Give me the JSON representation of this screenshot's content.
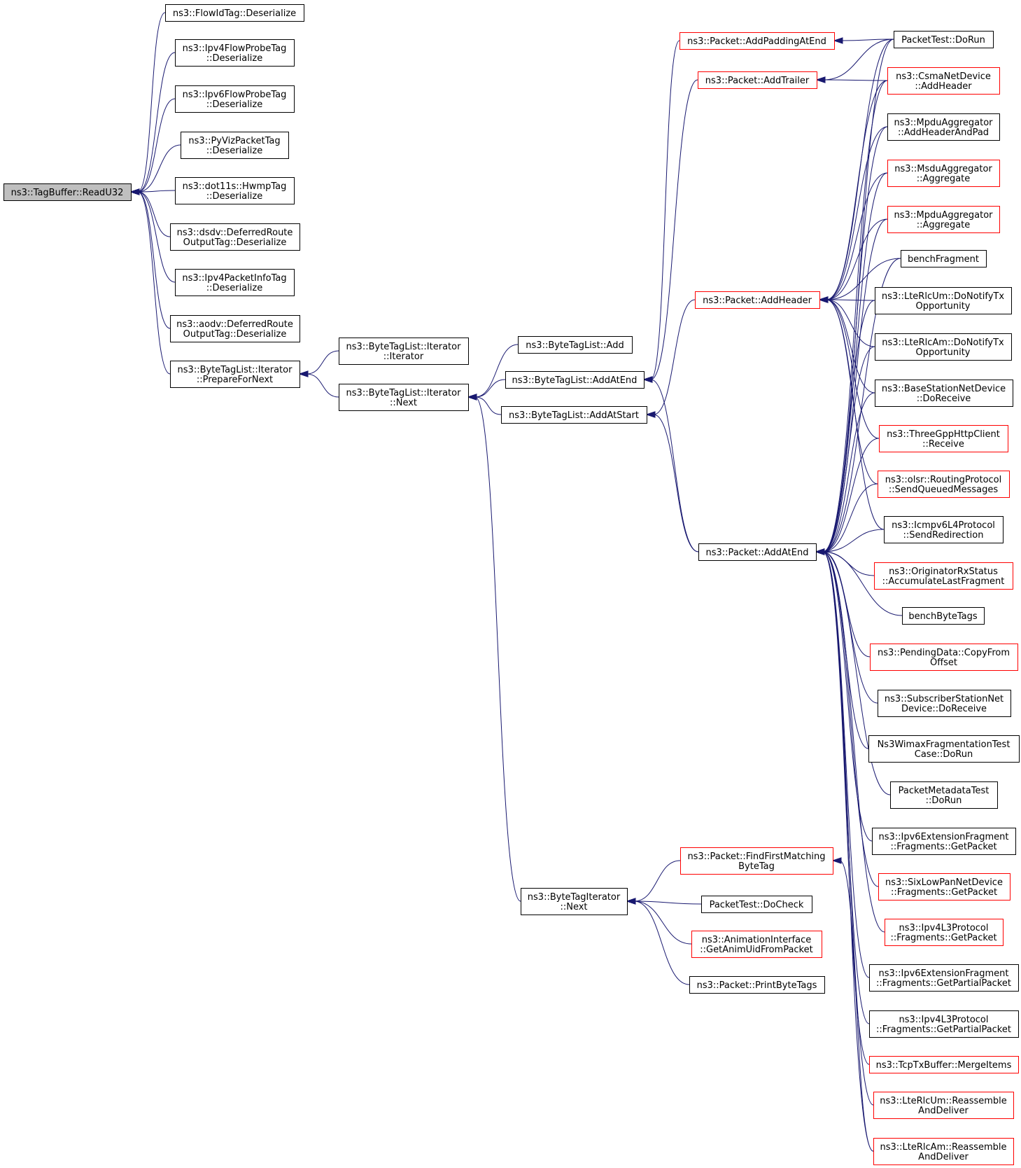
{
  "colors": {
    "edge": "#191970",
    "border_normal": "#000000",
    "border_truncated": "#ff0000",
    "fill_focus": "#bfbfbf",
    "fill_normal": "#ffffff"
  },
  "nodes": [
    {
      "id": "readu32",
      "lines": [
        "ns3::TagBuffer::ReadU32"
      ],
      "focus": true
    },
    {
      "id": "flowid_deser",
      "lines": [
        "ns3::FlowIdTag::Deserialize"
      ]
    },
    {
      "id": "ipv4flowprobe_deser",
      "lines": [
        "ns3::Ipv4FlowProbeTag",
        "::Deserialize"
      ]
    },
    {
      "id": "ipv6flowprobe_deser",
      "lines": [
        "ns3::Ipv6FlowProbeTag",
        "::Deserialize"
      ]
    },
    {
      "id": "pyviz_deser",
      "lines": [
        "ns3::PyVizPacketTag",
        "::Deserialize"
      ]
    },
    {
      "id": "hwmp_deser",
      "lines": [
        "ns3::dot11s::HwmpTag",
        "::Deserialize"
      ]
    },
    {
      "id": "dsdv_deser",
      "lines": [
        "ns3::dsdv::DeferredRoute",
        "OutputTag::Deserialize"
      ]
    },
    {
      "id": "ipv4pktinfo_deser",
      "lines": [
        "ns3::Ipv4PacketInfoTag",
        "::Deserialize"
      ]
    },
    {
      "id": "aodv_deser",
      "lines": [
        "ns3::aodv::DeferredRoute",
        "OutputTag::Deserialize"
      ]
    },
    {
      "id": "btl_prepare",
      "lines": [
        "ns3::ByteTagList::Iterator",
        "::PrepareForNext"
      ]
    },
    {
      "id": "btl_iter_ctor",
      "lines": [
        "ns3::ByteTagList::Iterator",
        "::Iterator"
      ]
    },
    {
      "id": "btl_iter_next",
      "lines": [
        "ns3::ByteTagList::Iterator",
        "::Next"
      ]
    },
    {
      "id": "btl_add",
      "lines": [
        "ns3::ByteTagList::Add"
      ]
    },
    {
      "id": "btl_addatend",
      "lines": [
        "ns3::ByteTagList::AddAtEnd"
      ]
    },
    {
      "id": "btl_addatstart",
      "lines": [
        "ns3::ByteTagList::AddAtStart"
      ]
    },
    {
      "id": "bti_next",
      "lines": [
        "ns3::ByteTagIterator",
        "::Next"
      ]
    },
    {
      "id": "pkt_addpadding",
      "lines": [
        "ns3::Packet::AddPaddingAtEnd"
      ],
      "truncated": true
    },
    {
      "id": "pkt_addtrailer",
      "lines": [
        "ns3::Packet::AddTrailer"
      ],
      "truncated": true
    },
    {
      "id": "pkt_addheader",
      "lines": [
        "ns3::Packet::AddHeader"
      ],
      "truncated": true
    },
    {
      "id": "pkt_addatend",
      "lines": [
        "ns3::Packet::AddAtEnd"
      ]
    },
    {
      "id": "pkt_findfirst",
      "lines": [
        "ns3::Packet::FindFirstMatching",
        "ByteTag"
      ],
      "truncated": true
    },
    {
      "id": "pkttest_docheck",
      "lines": [
        "PacketTest::DoCheck"
      ]
    },
    {
      "id": "anim_getuid",
      "lines": [
        "ns3::AnimationInterface",
        "::GetAnimUidFromPacket"
      ],
      "truncated": true
    },
    {
      "id": "pkt_printbytetags",
      "lines": [
        "ns3::Packet::PrintByteTags"
      ]
    },
    {
      "id": "pkttest_dorun",
      "lines": [
        "PacketTest::DoRun"
      ]
    },
    {
      "id": "csma_addheader",
      "lines": [
        "ns3::CsmaNetDevice",
        "::AddHeader"
      ],
      "truncated": true
    },
    {
      "id": "mpdu_addheaderpad",
      "lines": [
        "ns3::MpduAggregator",
        "::AddHeaderAndPad"
      ]
    },
    {
      "id": "msdu_aggregate",
      "lines": [
        "ns3::MsduAggregator",
        "::Aggregate"
      ],
      "truncated": true
    },
    {
      "id": "mpdu_aggregate",
      "lines": [
        "ns3::MpduAggregator",
        "::Aggregate"
      ],
      "truncated": true
    },
    {
      "id": "benchfragment",
      "lines": [
        "benchFragment"
      ]
    },
    {
      "id": "lterlcum_notify",
      "lines": [
        "ns3::LteRlcUm::DoNotifyTx",
        "Opportunity"
      ]
    },
    {
      "id": "lterlcam_notify",
      "lines": [
        "ns3::LteRlcAm::DoNotifyTx",
        "Opportunity"
      ]
    },
    {
      "id": "bsnd_doreceive",
      "lines": [
        "ns3::BaseStationNetDevice",
        "::DoReceive"
      ]
    },
    {
      "id": "threegpp_receive",
      "lines": [
        "ns3::ThreeGppHttpClient",
        "::Receive"
      ],
      "truncated": true
    },
    {
      "id": "olsr_sendqueued",
      "lines": [
        "ns3::olsr::RoutingProtocol",
        "::SendQueuedMessages"
      ],
      "truncated": true
    },
    {
      "id": "icmpv6_sendredirect",
      "lines": [
        "ns3::Icmpv6L4Protocol",
        "::SendRedirection"
      ]
    },
    {
      "id": "orig_accumulate",
      "lines": [
        "ns3::OriginatorRxStatus",
        "::AccumulateLastFragment"
      ],
      "truncated": true
    },
    {
      "id": "benchbytetags",
      "lines": [
        "benchByteTags"
      ]
    },
    {
      "id": "pending_copyfrom",
      "lines": [
        "ns3::PendingData::CopyFrom",
        "Offset"
      ],
      "truncated": true
    },
    {
      "id": "ssnd_doreceive",
      "lines": [
        "ns3::SubscriberStationNet",
        "Device::DoReceive"
      ]
    },
    {
      "id": "wimaxfrag_dorun",
      "lines": [
        "Ns3WimaxFragmentationTest",
        "Case::DoRun"
      ]
    },
    {
      "id": "pktmeta_dorun",
      "lines": [
        "PacketMetadataTest",
        "::DoRun"
      ]
    },
    {
      "id": "ipv6ext_getpacket",
      "lines": [
        "ns3::Ipv6ExtensionFragment",
        "::Fragments::GetPacket"
      ]
    },
    {
      "id": "sixlowpan_getpacket",
      "lines": [
        "ns3::SixLowPanNetDevice",
        "::Fragments::GetPacket"
      ],
      "truncated": true
    },
    {
      "id": "ipv4l3_getpacket",
      "lines": [
        "ns3::Ipv4L3Protocol",
        "::Fragments::GetPacket"
      ],
      "truncated": true
    },
    {
      "id": "ipv6ext_getpartial",
      "lines": [
        "ns3::Ipv6ExtensionFragment",
        "::Fragments::GetPartialPacket"
      ]
    },
    {
      "id": "ipv4l3_getpartial",
      "lines": [
        "ns3::Ipv4L3Protocol",
        "::Fragments::GetPartialPacket"
      ]
    },
    {
      "id": "tcptx_mergeitems",
      "lines": [
        "ns3::TcpTxBuffer::MergeItems"
      ],
      "truncated": true
    },
    {
      "id": "lterlcum_reassemble",
      "lines": [
        "ns3::LteRlcUm::Reassemble",
        "AndDeliver"
      ],
      "truncated": true
    },
    {
      "id": "lterlcam_reassemble",
      "lines": [
        "ns3::LteRlcAm::Reassemble",
        "AndDeliver"
      ],
      "truncated": true
    }
  ],
  "edges": [
    [
      "flowid_deser",
      "readu32"
    ],
    [
      "ipv4flowprobe_deser",
      "readu32"
    ],
    [
      "ipv6flowprobe_deser",
      "readu32"
    ],
    [
      "pyviz_deser",
      "readu32"
    ],
    [
      "hwmp_deser",
      "readu32"
    ],
    [
      "dsdv_deser",
      "readu32"
    ],
    [
      "ipv4pktinfo_deser",
      "readu32"
    ],
    [
      "aodv_deser",
      "readu32"
    ],
    [
      "btl_prepare",
      "readu32"
    ],
    [
      "btl_iter_ctor",
      "btl_prepare"
    ],
    [
      "btl_iter_next",
      "btl_prepare"
    ],
    [
      "btl_add",
      "btl_iter_next"
    ],
    [
      "btl_addatend",
      "btl_iter_next"
    ],
    [
      "btl_addatstart",
      "btl_iter_next"
    ],
    [
      "bti_next",
      "btl_iter_next"
    ],
    [
      "pkt_addpadding",
      "btl_addatend"
    ],
    [
      "pkt_addtrailer",
      "btl_addatend"
    ],
    [
      "pkt_addatend",
      "btl_addatend"
    ],
    [
      "pkt_addheader",
      "btl_addatstart"
    ],
    [
      "pkt_addatend",
      "btl_addatstart"
    ],
    [
      "pkt_findfirst",
      "bti_next"
    ],
    [
      "pkttest_docheck",
      "bti_next"
    ],
    [
      "anim_getuid",
      "bti_next"
    ],
    [
      "pkt_printbytetags",
      "bti_next"
    ],
    [
      "pkttest_dorun",
      "pkt_addpadding"
    ],
    [
      "pkttest_dorun",
      "pkt_addtrailer"
    ],
    [
      "csma_addheader",
      "pkt_addtrailer"
    ],
    [
      "pkttest_dorun",
      "pkt_addheader"
    ],
    [
      "csma_addheader",
      "pkt_addheader"
    ],
    [
      "mpdu_addheaderpad",
      "pkt_addheader"
    ],
    [
      "msdu_aggregate",
      "pkt_addheader"
    ],
    [
      "mpdu_aggregate",
      "pkt_addheader"
    ],
    [
      "benchfragment",
      "pkt_addheader"
    ],
    [
      "lterlcum_notify",
      "pkt_addheader"
    ],
    [
      "lterlcam_notify",
      "pkt_addheader"
    ],
    [
      "bsnd_doreceive",
      "pkt_addheader"
    ],
    [
      "threegpp_receive",
      "pkt_addheader"
    ],
    [
      "olsr_sendqueued",
      "pkt_addheader"
    ],
    [
      "icmpv6_sendredirect",
      "pkt_addheader"
    ],
    [
      "pkttest_dorun",
      "pkt_addatend"
    ],
    [
      "csma_addheader",
      "pkt_addatend"
    ],
    [
      "mpdu_addheaderpad",
      "pkt_addatend"
    ],
    [
      "msdu_aggregate",
      "pkt_addatend"
    ],
    [
      "mpdu_aggregate",
      "pkt_addatend"
    ],
    [
      "benchfragment",
      "pkt_addatend"
    ],
    [
      "lterlcum_notify",
      "pkt_addatend"
    ],
    [
      "lterlcam_notify",
      "pkt_addatend"
    ],
    [
      "bsnd_doreceive",
      "pkt_addatend"
    ],
    [
      "threegpp_receive",
      "pkt_addatend"
    ],
    [
      "olsr_sendqueued",
      "pkt_addatend"
    ],
    [
      "icmpv6_sendredirect",
      "pkt_addatend"
    ],
    [
      "orig_accumulate",
      "pkt_addatend"
    ],
    [
      "benchbytetags",
      "pkt_addatend"
    ],
    [
      "pending_copyfrom",
      "pkt_addatend"
    ],
    [
      "ssnd_doreceive",
      "pkt_addatend"
    ],
    [
      "wimaxfrag_dorun",
      "pkt_addatend"
    ],
    [
      "pktmeta_dorun",
      "pkt_addatend"
    ],
    [
      "ipv6ext_getpacket",
      "pkt_addatend"
    ],
    [
      "sixlowpan_getpacket",
      "pkt_addatend"
    ],
    [
      "ipv4l3_getpacket",
      "pkt_addatend"
    ],
    [
      "ipv6ext_getpartial",
      "pkt_addatend"
    ],
    [
      "ipv4l3_getpartial",
      "pkt_addatend"
    ],
    [
      "tcptx_mergeitems",
      "pkt_addatend"
    ],
    [
      "lterlcum_reassemble",
      "pkt_addatend"
    ],
    [
      "lterlcam_reassemble",
      "pkt_addatend"
    ],
    [
      "lterlcam_reassemble",
      "pkt_findfirst"
    ]
  ]
}
